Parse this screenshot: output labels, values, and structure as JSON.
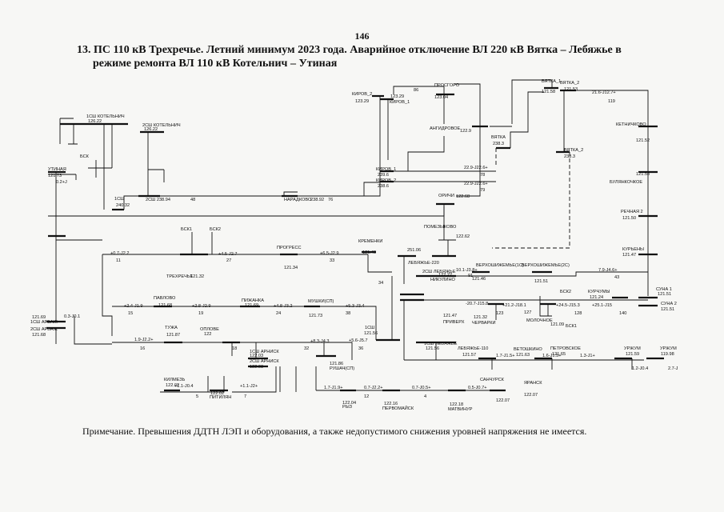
{
  "page_number": "146",
  "title_line1": "13. ПС 110 кВ Трехречье. Летний минимум 2023 года. Аварийное отключение ВЛ 220 кВ Вятка – Лебяжье в",
  "title_line2": "режиме ремонта ВЛ 110 кВ Котельнич – Утиная",
  "note": "Примечание. Превышения ДДТН ЛЭП и оборудования, а также недопустимого снижения уровней напряжения не имеется.",
  "labels": {
    "kotelnich1": "1СШ КОТЕЛЬНИЧ",
    "kotelnich1_v": "126.22",
    "kotelnich2": "2СШ КОТЕЛЬНИЧ",
    "kotelnich2_v": "126.22",
    "bsk": "БСК",
    "utinaya": "УТИНАЯ",
    "utinaya_v": "121.73",
    "utinaya_p": "0.2+J",
    "kotelnich_1sh_v": "240.32",
    "kotelnich_1sh": "1СШ",
    "kotelnich_2sh": "2СШ 238.94",
    "l48": "48",
    "kirov2": "КИРОВ_2",
    "kirov2_v": "123.29",
    "kirov1": "КИРОВ_1",
    "kirov1_v": "123.29",
    "kirov1_220": "КИРОВ_1",
    "kirov1_220_v": "239.6",
    "kirov2_220": "КИРОВ_2",
    "kirov2_220_v": "238.6",
    "naradkovo": "НАРАДКОВО",
    "naradkovo_v": "238.92",
    "l76": "76",
    "prosgoro": "ПРОСГОРО",
    "prosgoro_v": "123.04",
    "l86": "86",
    "angidr": "АНГИДРОВОЕ",
    "angidr_v": "122.9",
    "vyatka": "ВЯТКА",
    "vyatka_v": "238.3",
    "vyatka_2": "ВЯТКА_2",
    "vyatka_2_v": "238.3",
    "vyatka1": "ВЯТКА_1",
    "vyatka1_v": "121.58",
    "vyatka2": "ВЯТКА_2",
    "vyatka2_v": "121.53",
    "l119": "119",
    "l78": "78",
    "l79": "79",
    "f_78": "22.9-J22.6+",
    "f_79": "22.9-J22.6+",
    "f_119": "21.6-J12.7+",
    "ketnichkovo": "КЕТНИЧКОВО",
    "ketnichkovo_v": "121.52",
    "bypass": "БУЛЯНКОЧКОЕ",
    "bypass_v": "121.58",
    "rechnaya": "РЕЧНАЯ 2",
    "rechnaya_v": "121.50",
    "kurichi": "КУРЬЕНЫ",
    "kurichi_v": "121.47",
    "suna1": "СУНА 1",
    "suna1_v": "121.51",
    "suna2": "СУНА 2",
    "suna2_v": "121.51",
    "orichi": "ОРИЧИ",
    "orichi_v": "122.68",
    "pomenkovo": "ПОМЕЗЫКОВО",
    "pomenkovo_v": "122.62",
    "kirmeniya": "КРЕМЕНКИ",
    "kirmeniya_v": "121.49",
    "lebyazh220": "ЛЕБЯЖЬЕ-220",
    "lebyazh220_v": "251.06",
    "lebyazh2": "2СШ ЛЕБЯЖЬЕ",
    "lebyazh2_v": "122.22",
    "lebyazh1": "1СШ ЛЕБЯЖЬЕ",
    "lebyazh1_v": "121.56",
    "lebyazh1_b": "1СШ",
    "lebyazh1_bv": "121.56",
    "lebyazh110": "ЛЕБЯЖЬЕ-110",
    "lebyazh110_v": "121.57",
    "verkhoshizh1": "ВЕРХОШИЖЕМЬЕ(1С)",
    "verkhoshizh2": "ВЕРХОШИЖЕМЬЕ(2С)",
    "verkhosh1_v": "121.46",
    "verkhosh2_v": "121.51",
    "nikulino": "НИКУЛИНО",
    "l91": "91",
    "l43": "43",
    "f_91": "10.1-J3.8+",
    "f_43": "7.9-J4.6+",
    "prisvera": "ПРИВЕРХ",
    "prisvera_v": "121.47",
    "charvol": "ЧЕРВАРКИ",
    "charvol_v": "121.32",
    "molochn": "МОЛОЧНОЕ",
    "molochn_v": "121.09",
    "kuchugi": "КУРЧУМЫ",
    "kuchugi_v": "121.24",
    "bsk_r": "БСК2",
    "bsk1": "БСК1",
    "l123": "123",
    "l127": "127",
    "l128": "128",
    "l140": "140",
    "f_123": "-20.7-J15.8",
    "f_127": "+21.2-J18.1",
    "f_128": "+24.5-J15.3",
    "f_140": "+25.1-J15",
    "trekhr": "ТРЕХРЕЧЬЕ",
    "trekhr_v": "121.32",
    "bsk1_t": "БСК1",
    "bsk2_t": "БСК2",
    "progress": "ПРОГРЕСС",
    "progress_v": "121.34",
    "l11": "11",
    "l27": "27",
    "l33": "33",
    "l34": "34",
    "f_11": "+0.7-J2.2",
    "f_27": "+4.5-J2.7",
    "f_33": "+6.5-J2.9",
    "pavlovo": "ПАВЛОВО",
    "pavlovo_v": "121.68",
    "pizhanka": "ПИЖАНКА",
    "pizhanka_v": "121.69",
    "myshki": "МУШКИ(СП)",
    "myshki_v": "121.73",
    "l15": "15",
    "l19": "19",
    "l24": "24",
    "l38": "38",
    "f_15": "+2.4-J1.9",
    "f_19": "+2.8-J2.9",
    "f_24": "+4.8-J3.2",
    "f_38": "+5.3-J3.4",
    "arbazh1": "1СШ АРБАЖ",
    "arbazh1_v": "121.69",
    "arbazh2": "2СШ АРБАЖ",
    "arbazh2_v": "121.68",
    "arbazh_p": "0.3-J0.1",
    "tuzha": "ТУЖА",
    "tuzha_v": "121.87",
    "shitovo": "ОПЛОВЕ",
    "shitovo_v": "122",
    "arnaul1": "1СШ АРНИСК",
    "arnaul1_v": "122.03",
    "arnaul2": "2СШ АРНИСК",
    "arnaul2_v": "122.03",
    "rushach": "РУШАЧ(СП)",
    "rushach_v": "121.86",
    "l16": "16",
    "l32": "32",
    "l36": "36",
    "l18": "18",
    "f_16": "1.9-J2.2+",
    "f_32": "+8.3-J4.3",
    "f_36": "+5.6-J5.7",
    "kilmez": "КИЛМЕЗЬ",
    "kilmez_v": "122.02",
    "pitanovo": "ПИТИЛЯН",
    "pitanovo_v": "122.02",
    "l5": "5",
    "l7": "7",
    "l12": "12",
    "l4": "4",
    "f_5": "+1.1-J0.4",
    "f_7": "+1.1-J2+",
    "ryzi": "РЫЗ",
    "ryzi_v": "122.04",
    "pervomaysk": "ПЕРВОМАЙСК",
    "pervomaysk_v": "122.16",
    "matvinur": "МАТВИНУР",
    "matvinur_v": "122.18",
    "sanchursk": "САНЧУРСК",
    "sanchursk_v": "122.07",
    "yaransk": "ЯРАНСК",
    "yaransk_v": "122.07",
    "vetoshkino": "ВЕТОШКИНО",
    "vetoshkino_v": "121.63",
    "petrovskoe": "ПЕТРОВСКОЕ",
    "petrovskoe_v": "121.65",
    "urzhum": "УРЖУМ",
    "urzhum_v": "121.59",
    "urzhum2": "УРЖУМ",
    "urzhum2_v": "119.98",
    "f_lb1": "1.7-J1.5+",
    "f_lb2": "1.6-J1.5+",
    "f_lb3": "1.3-J1+",
    "f_lb4": "1.2-J0.4",
    "f_lb5": "2.7-J",
    "f_y1": "1.7-J1.9+",
    "f_y2": "0.7-J2.2+",
    "f_y3": "0.7-J0.5+",
    "f_y4": "0.5-J0.7+"
  }
}
